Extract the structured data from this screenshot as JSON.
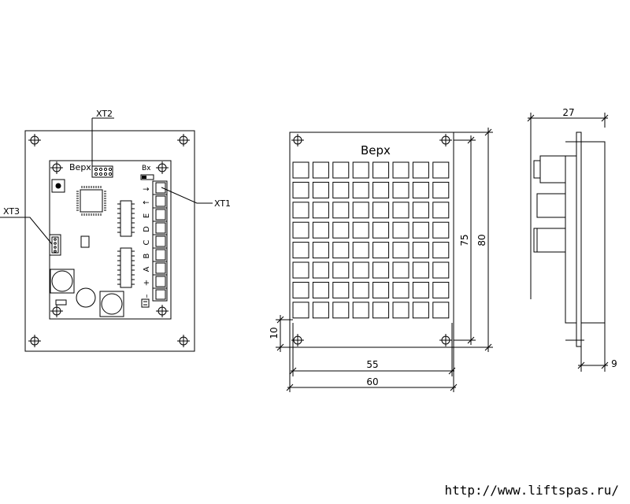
{
  "front_view": {
    "top_label": "Верх",
    "connectors": {
      "xt1": "XT1",
      "xt2": "XT2",
      "xt3": "XT3"
    },
    "jumper_label": "Вх",
    "terminal_labels": [
      "↓",
      "↑",
      "E",
      "D",
      "C",
      "B",
      "A",
      "+",
      "–"
    ]
  },
  "matrix_view": {
    "top_label": "Верх",
    "grid_rows": 8,
    "grid_cols": 8,
    "dim_55": "55",
    "dim_60": "60",
    "dim_75": "75",
    "dim_80": "80",
    "dim_10": "10"
  },
  "side_view": {
    "dim_27": "27",
    "dim_9": "9"
  },
  "watermark": "http://www.liftspas.ru/"
}
